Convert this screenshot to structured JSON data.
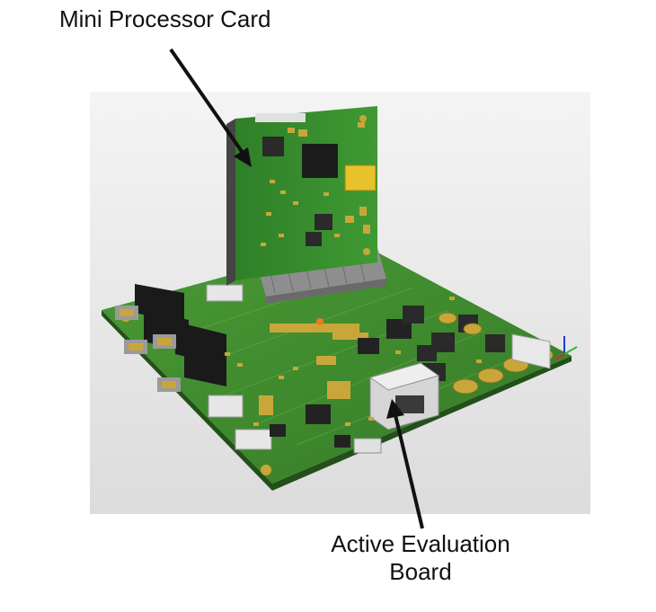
{
  "labels": {
    "mini_processor_card": "Mini Processor Card",
    "active_evaluation_board_line1": "Active Evaluation",
    "active_evaluation_board_line2": "Board"
  },
  "colors": {
    "pcb_green": "#3f8a2e",
    "pcb_dark_green": "#2c6a20",
    "connector_black": "#1a1a1a",
    "connector_grey": "#8e8e8e",
    "gold": "#c9a63a",
    "arrow": "#111111"
  }
}
